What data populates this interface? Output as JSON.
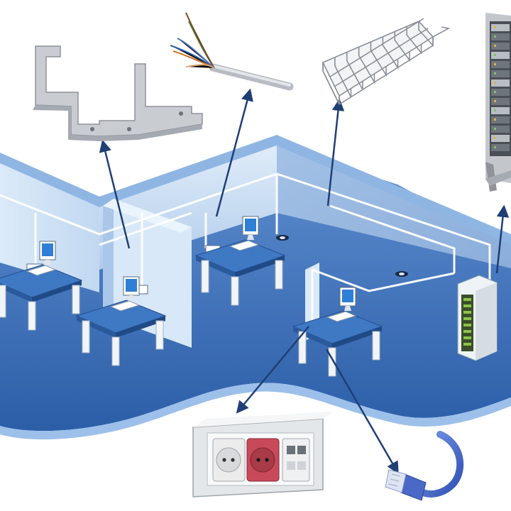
{
  "title": "",
  "components": [
    {
      "id": "bracket",
      "icon": "cable-bracket-icon"
    },
    {
      "id": "cable",
      "icon": "twisted-pair-cable-icon"
    },
    {
      "id": "tray",
      "icon": "wire-mesh-tray-icon"
    },
    {
      "id": "rack",
      "icon": "server-rack-icon"
    },
    {
      "id": "outlet",
      "icon": "network-outlet-icon"
    },
    {
      "id": "plug",
      "icon": "rj45-patch-cord-icon"
    }
  ],
  "workstations": 4,
  "colors": {
    "floor": "#3f6fb0",
    "floor_dark": "#2f5896",
    "wall": "#cfe3f6",
    "wall_shade": "#b9d3ef",
    "desk_top": "#3f78c3",
    "cable_route": "#ffffff",
    "arrow": "#1f3f75",
    "rack_body": "#e9eef2",
    "rack_led": "#8bc34a"
  }
}
